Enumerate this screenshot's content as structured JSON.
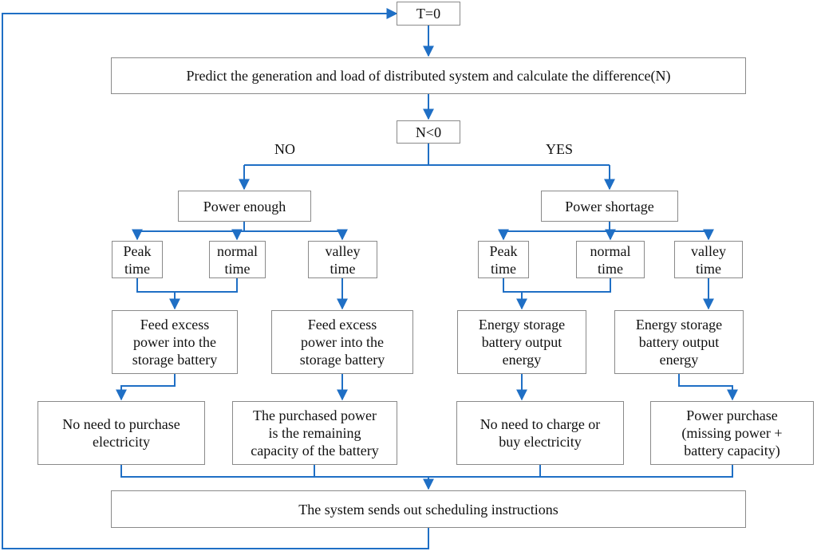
{
  "diagram": {
    "nodes": {
      "start": "T=0",
      "predict": "Predict the generation and load of distributed system and calculate the difference(N)",
      "decision": "N<0",
      "power_enough": "Power enough",
      "power_shortage": "Power shortage",
      "peak_left": "Peak\ntime",
      "normal_left": "normal\ntime",
      "valley_left": "valley\ntime",
      "peak_right": "Peak\ntime",
      "normal_right": "normal\ntime",
      "valley_right": "valley\ntime",
      "feed_1": "Feed excess\npower into the\nstorage battery",
      "feed_2": "Feed excess\npower into the\nstorage battery",
      "storage_1": "Energy storage\nbattery output\nenergy",
      "storage_2": "Energy storage\nbattery output\nenergy",
      "no_purchase": "No need to purchase\nelectricity",
      "purchased_remaining": "The purchased power\nis the remaining\ncapacity of the battery",
      "no_charge": "No need to charge or\nbuy electricity",
      "power_purchase": "Power purchase\n(missing power +\nbattery capacity)",
      "schedule": "The system sends out scheduling instructions"
    },
    "branch_labels": {
      "no": "NO",
      "yes": "YES"
    },
    "colors": {
      "arrow": "#1f6fc5",
      "border": "#8a8a8a",
      "text": "#111111"
    }
  }
}
